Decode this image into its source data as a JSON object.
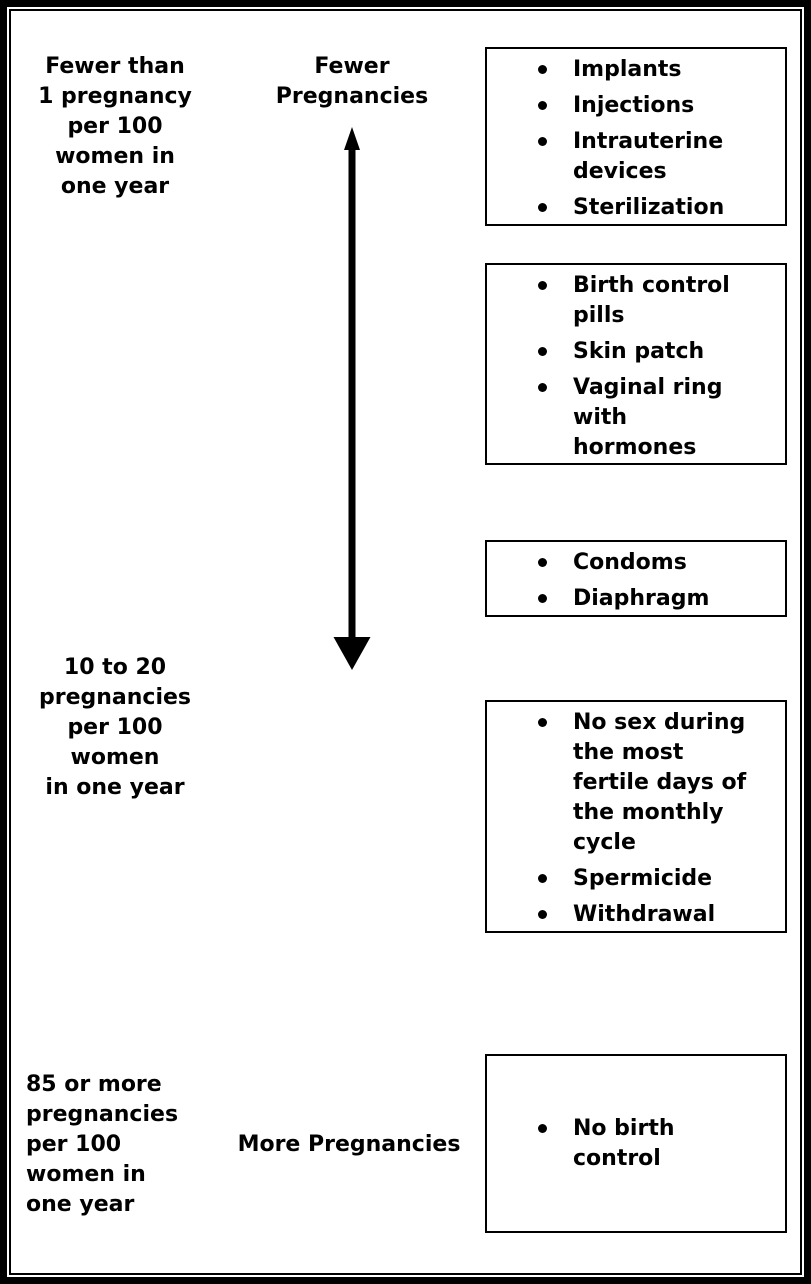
{
  "diagram": {
    "left_labels": {
      "top": "Fewer than\n1 pregnancy\nper 100\nwomen in\none year",
      "middle": "10 to 20\npregnancies\nper 100\nwomen\nin one year",
      "bottom": "85 or more\npregnancies\nper 100\nwomen in\none year"
    },
    "axis": {
      "top_label": "Fewer\nPregnancies",
      "bottom_label": "More Pregnancies",
      "arrow_icon": "double-headed-vertical-arrow"
    },
    "boxes": [
      {
        "items": [
          "Implants",
          "Injections",
          "Intrauterine\ndevices",
          "Sterilization"
        ]
      },
      {
        "items": [
          "Birth control\npills",
          "Skin patch",
          "Vaginal ring\nwith\nhormones"
        ]
      },
      {
        "items": [
          "Condoms",
          "Diaphragm"
        ]
      },
      {
        "items": [
          "No sex during\nthe most\nfertile days of\nthe monthly\ncycle",
          "Spermicide",
          "Withdrawal"
        ]
      },
      {
        "items": [
          "No birth\ncontrol"
        ]
      }
    ],
    "colors": {
      "text": "#000000",
      "background": "#ffffff",
      "border": "#000000"
    }
  }
}
